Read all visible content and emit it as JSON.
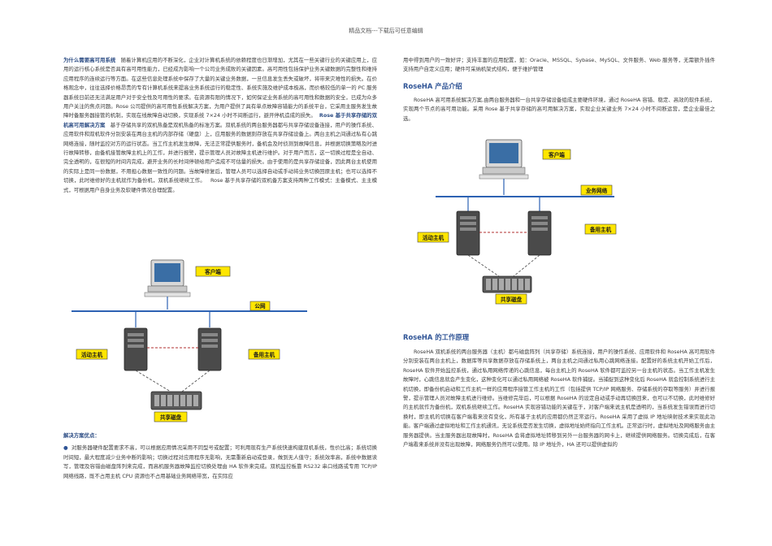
{
  "header": "精品文档---下载后可任意编辑",
  "left": {
    "p1_title": "为什么需要高可用系统",
    "p1_body": "随着计算机应用的不断深化，企业对计算机系统的依赖程度也日渐增加，尤其在一些关键行业的关键应用上，应用的运行核心系统是否具有高可用性能力，已经成为影响一个公司业务成败的关键因素。高可用性包括保护业务关键数据的完整性和维持应用程序的连续运行等方面。在这些信息处理系统中保存了大量的关键业务数据，一旦信息发生丢失或破坏，将带来灾难性的损失。在价格观念中，往往选择价格昂贵的专有计算机系统来提高业务系统运行的稳定性、系统实施及维护成本极高，而价格较低的单一的 PC 服务器系统日前还无法满足用户对于安全性及可用性的要求。在资源有限的情况下，如何保证业务系统的高可用性和数据的安全，已成为众多用户关注的焦点问题。Rose 公司提供的高可用性系统解决方案，为用户提供了具有单点故障容错能力的系统平台，它采用主服务发生故障时备服务器接管的机制，实现在线故障自动切换，实现系统 7×24 小时不间断运行，避开停机造成的损失。",
    "p2_title": "Rose 基于共享存储的双机高可用解决方案",
    "p2_body": "基于存储共享的双机热备是双机热备的标准方案。双机系统的两台服务器都与共享存储设备连接，用户的操作系统、应用软件和双机软件分别安装在两台主机的内部存储（硬盘）上，应用服务的数据则存放在共享存储设备上。两台主机之间通过私有心跳网络连接，随时监控对方的运行状态。当工作主机发生故障，无法正常提供服务时，备机会及时侦测到故障信息，并根据切换策略及时进行故障转移，由备机接管故障主机上的工作，并进行报警，提示管理人员对故障主机进行维护。对于用户而言，这一切换过程是全自动、完全透明的，在很短的时间内完成，避开业务的长时间停顿给用户造成不可估量的损失。由于使用的是共享存储设备，因此两台主机使用的实际上是同一份数据，不用担心数据一致性的问题。当故障修复后，管理人员可以选择自动或手动将业务切换回原主机；也可以选择不切换，此时维修好的主机就作为备份机，双机系统继续工作。",
    "p2_tail": "Rose 基于共享存储的双机备方案支持两种工作模式：主备模式、主主模式，可根据用户自身业务及软硬件情况合理配置。",
    "diagram": {
      "client": "客户端",
      "network": "公网",
      "active": "活动主机",
      "standby": "备用主机",
      "storage": "共享磁盘"
    },
    "sol_title": "解决方案优点：",
    "sol_body": "对服务器硬件配置要求不高，可以根据应用情况采用不同型号或配置；可利用现有生产系统快速构建双机系统，性价比高；系统切换时间短，最大程度减少业务中断的影响；切换过程对应用程序无影响，无需重新启动或登录，做到无人值守；系统效率高，系统中数据读写，管理及容错由磁盘阵列来完成，而高机服务器故障监控切换处理由 HA 软件来完成。双机监控板靠 RS232 串口线路或专用 TCP/IP 网络线路，既不占用主机 CPU 资源也不占用基础业务网络带宽，在实际应"
  },
  "right": {
    "intro": "用中得到用户的一致好评；支持丰富的应用配置，如：Oracle、MSSQL、Sybase、MySQL、文件服务、Web 服务等，无需额外插件支持用户自定义应用；硬件可采纳机架式结构，便于维护管理",
    "h_product": "RoseHA 产品介绍",
    "product": "RoseHA 高可用系统解决方案,由两台服务器和一台共享存储设备组成主要硬件环境，通过 RoseHA 容错、稳定、高效的软件系统，实现两个节点的高可用功能。采用 Rose 基于共享存储的高可用解决方案，实现企业关键业务 7×24 小时不间断运营，是企业最佳之选。",
    "diagram": {
      "client": "客户端",
      "network": "业务网络",
      "active": "活动主机",
      "standby": "备用主机",
      "storage": "共享磁盘"
    },
    "h_principle": "RoseHA 的工作原理",
    "principle": "RoseHA 双机系统的两台服务器（主机）都与磁盘阵列（共享存储）系统连接，用户的操作系统、应用软件和 RoseHA 高可用软件分别安装在两台主机上，数据库等共享数据存放在存储系统上，两台主机之间通过私用心跳网络连接。配置好的系统主机开始工作后，RoseHA 软件开始监控系统，通过私用网络传递的心跳信息，每台主机上的 RoseHA 软件都可监控另一台主机的状态。当工作主机发生故障时，心跳信息就会产生变化，这种变化可以通过私用网络被 RoseHA 软件捕捉。当捕捉到这种变化后 RoseHA 就会控制系统进行主机切换，即备份机启动和工作主机一样的应用程序接管工作主机的工作（包括提供 TCP/IP 网络服务、存储系统的存取等服务）并进行报警，提示管理人员对故障主机进行维修。当维修完毕后，可以根据 RoseHA 的设定自动或手动再切换回来，也可以不切换，此时维修好的主机就作为备份机，双机系统继续工作。RoseHA 实现容错功能的关键在于，对客户端来说主机是透明的，当系统发生错误而进行切换时，即主机的切换在客户端看来没有变化，所有基于主机的应用都仍然正常运行。RoseHA 采用了虚拟 IP 地址映射技术来实现此功能。客户端通过虚拟地址和工作主机通讯，无论系统是否发生切换，虚拟地址始终指向工作主机。正常运行时，虚拟地址及网络服务由主服务器提供。当主服务器出现故障时，RoseHA 会将虚拟地址转移到另外一台服务器的网卡上，继续提供网络服务。切换完成后，在客户端看来系统并没有出现故障，网络服务仍然可以使用。除 IP 地址外，HA 还可以提供虚拟的"
  }
}
